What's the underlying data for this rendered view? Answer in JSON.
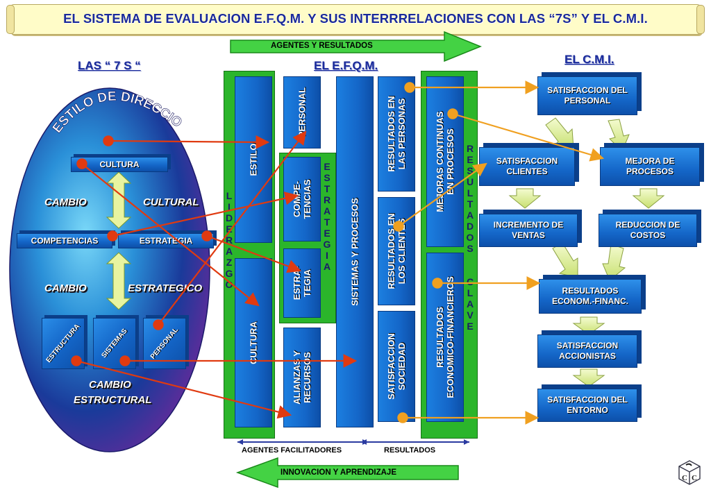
{
  "title": "EL SISTEMA DE EVALUACION E.F.Q.M. Y SUS INTERRRELACIONES CON LAS “7S” Y EL C.M.I.",
  "top_arrow_label": "AGENTES Y RESULTADOS",
  "bottom_arrow_label": "INNOVACION Y APRENDIZAJE",
  "headings": {
    "seven_s": "LAS “ 7  S “",
    "efqm": "EL E.F.Q.M.",
    "cmi": "EL C.M.I."
  },
  "seven_s": {
    "arc_title": "ESTILO DE DIRECCION",
    "cultura": "CULTURA",
    "competencias": "COMPETENCIAS",
    "estrategia": "ESTRATEGIA",
    "cambio_cultural_1": "CAMBIO",
    "cambio_cultural_2": "CULTURAL",
    "cambio_estrategico_1": "CAMBIO",
    "cambio_estrategico_2": "ESTRATEGICO",
    "cambio_estructural_1": "CAMBIO",
    "cambio_estructural_2": "ESTRUCTURAL",
    "estructura": "ESTRUCTURA",
    "sistemas": "SISTEMAS",
    "personal": "PERSONAL"
  },
  "efqm": {
    "liderazgo": "LIDERAZGO",
    "estilo": "ESTILO",
    "cultura": "CULTURA",
    "personal": "PERSONAL",
    "estrategia_vertical": "ESTRATEGIA",
    "competencias": "COMPE-\nTENCIAS",
    "estrategia": "ESTRA-\nTEGIA",
    "alianzas": "ALIANZAS Y\nRECURSOS",
    "sistemas_procesos": "SISTEMAS Y PROCESOS",
    "resultados_personas": "RESULTADOS EN\nLAS PERSONAS",
    "resultados_clientes": "RESULTADOS EN\nLOS CLIENTES",
    "satisfaccion_sociedad": "SATISFACCION\nSOCIEDAD",
    "mejoras_procesos": "MEJORAS CONTINUAS\nEN PROCESOS",
    "resultados_economicos": "RESULTADOS\nECONOMICO-FINANCIEROS",
    "resultados_clave": "RESULTADOS  CLAVE",
    "agentes_facilitadores": "AGENTES FACILITADORES",
    "resultados": "RESULTADOS"
  },
  "cmi": {
    "satisfaccion_personal": "SATISFACCION DEL\nPERSONAL",
    "satisfaccion_clientes": "SATISFACCION\nCLIENTES",
    "mejora_procesos": "MEJORA DE\nPROCESOS",
    "incremento_ventas": "INCREMENTO DE\nVENTAS",
    "reduccion_costos": "REDUCCION DE\nCOSTOS",
    "resultados_econ": "RESULTADOS\nECONOM.-FINANC.",
    "satisfaccion_accionistas": "SATISFACCION\nACCIONISTAS",
    "satisfaccion_entorno": "SATISFACCION DEL\nENTORNO"
  },
  "colors": {
    "title_text": "#1a2a9a",
    "box_blue": "#1466c8",
    "frame_green": "#2bb52b",
    "connector_red": "#e03a10",
    "connector_orange": "#f0a020",
    "arrow_green": "#44d244",
    "flow_arrow": "#dff09a"
  },
  "logo_icon": "cube-logo-icon"
}
